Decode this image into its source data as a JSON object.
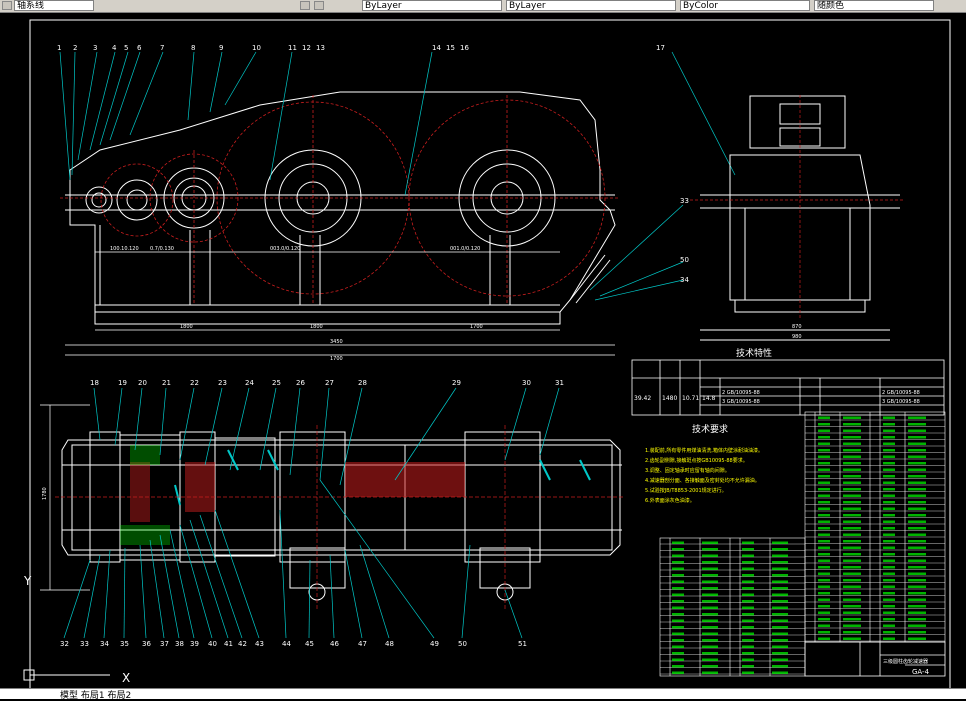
{
  "toolbar": {
    "layer_value": "轴系线",
    "field2_value": "ByLayer",
    "field3_value": "ByLayer",
    "field4_value": "ByColor",
    "field5_value": "随颜色"
  },
  "drawing": {
    "balloons_top": [
      "1",
      "2",
      "3",
      "4",
      "5",
      "6",
      "7",
      "8",
      "9",
      "10",
      "11",
      "12",
      "13",
      "14",
      "15",
      "16",
      "17",
      "33",
      "50",
      "34"
    ],
    "balloons_bottom_top": [
      "18",
      "19",
      "20",
      "21",
      "22",
      "23",
      "24",
      "25",
      "26",
      "27",
      "28",
      "29",
      "30",
      "31"
    ],
    "balloons_bottom_low": [
      "32",
      "33",
      "34",
      "35",
      "36",
      "37",
      "38",
      "39",
      "40",
      "41",
      "42",
      "43",
      "44",
      "45",
      "46",
      "47",
      "48",
      "49",
      "50",
      "51"
    ],
    "dims_top": [
      "1800",
      "3450",
      "1700"
    ],
    "tech_char_title": "技术特性",
    "tech_char_values": [
      "39.42",
      "1480",
      "10.71",
      "14.8"
    ],
    "tech_req_title": "技术要求",
    "tech_req_lines": [
      "1.装配前,所有零件用煤油清洗,箱体内壁涂耐油油漆。",
      "2.齿轮副侧隙,接触斑点按GB10095-88要求。",
      "3.调整、固定轴承时应留有轴向间隙。",
      "4.减速器剖分面、各接触面及密封处均不允许漏油。",
      "5.试验按JB/T8853-2001规定进行。",
      "6.外表面涂灰色油漆。"
    ],
    "title_block_name": "三级圆柱齿轮减速器",
    "title_block_code": "GA-4"
  },
  "status": {
    "text": "模型  布局1  布局2"
  },
  "colors": {
    "background": "#000000",
    "lines": "#ffffff",
    "gear_red": "#c81e1e",
    "cyan": "#00c8c8",
    "green": "#00ff00",
    "yellow": "#ffff00",
    "magenta": "#ff00ff"
  }
}
